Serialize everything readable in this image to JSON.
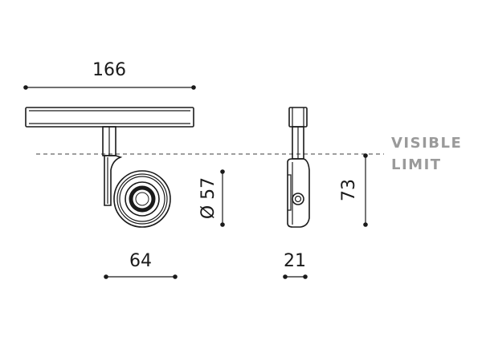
{
  "dimensions": {
    "top_width": "166",
    "head_width": "64",
    "side_width": "21",
    "diameter": "Ø 57",
    "height": "73"
  },
  "visible_limit": {
    "line1": "VISIBLE",
    "line2": "LIMIT"
  }
}
